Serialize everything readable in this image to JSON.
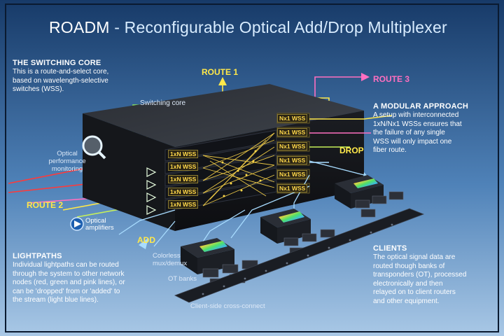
{
  "title": {
    "main": "ROADM",
    "sub": "Reconfigurable Optical Add/Drop Multiplexer"
  },
  "switching_core": {
    "heading": "THE SWITCHING CORE",
    "body": [
      "This is a route-and-select core,",
      "based on wavelength-selective",
      "switches (WSS)."
    ],
    "label": "Switching core"
  },
  "modular": {
    "heading": "A MODULAR APPROACH",
    "body": [
      "A setup with interconnected",
      "1xN/Nx1 WSSs ensures that",
      "the failure of any single",
      "WSS will only impact one",
      "fiber route."
    ]
  },
  "lightpaths": {
    "heading": "LIGHTPATHS",
    "body": [
      "Individual lightpaths can be routed",
      "through the system to other network",
      "nodes (red, green and pink lines), or",
      "can be 'dropped' from or 'added' to",
      "the stream (light blue lines)."
    ]
  },
  "clients": {
    "heading": "CLIENTS",
    "body": [
      "The optical signal data are",
      "routed though banks of",
      "transponders (OT), processed",
      "electronically and then",
      "relayed on to client routers",
      "and other equipment."
    ]
  },
  "routes": {
    "route1": "ROUTE 1",
    "route2": "ROUTE 2",
    "route3": "ROUTE 3",
    "drop": "DROP",
    "add": "ADD"
  },
  "labels": {
    "optical_monitoring": [
      "Optical",
      "performance",
      "monitoring"
    ],
    "optical_amplifiers": [
      "Optical",
      "amplifiers"
    ],
    "colorless": [
      "Colorless",
      "mux/demux"
    ],
    "ot_banks": "OT banks",
    "cross_connect": "Client-side cross-connect"
  },
  "wss": {
    "left": [
      "1xN WSS",
      "1xN WSS",
      "1xN WSS",
      "1xN WSS",
      "1xN WSS"
    ],
    "right": [
      "Nx1 WSS",
      "Nx1 WSS",
      "Nx1 WSS",
      "Nx1 WSS",
      "Nx1 WSS",
      "Nx1 WSS"
    ]
  },
  "colors": {
    "background_top": "#1a3d6b",
    "background_bottom": "#8fb6dc",
    "route_yellow": "#ffe84a",
    "route_pink": "#ff6fc0",
    "route_green": "#8ef05a",
    "route_red": "#ff3a3a",
    "light_blue": "#a8dcff"
  }
}
